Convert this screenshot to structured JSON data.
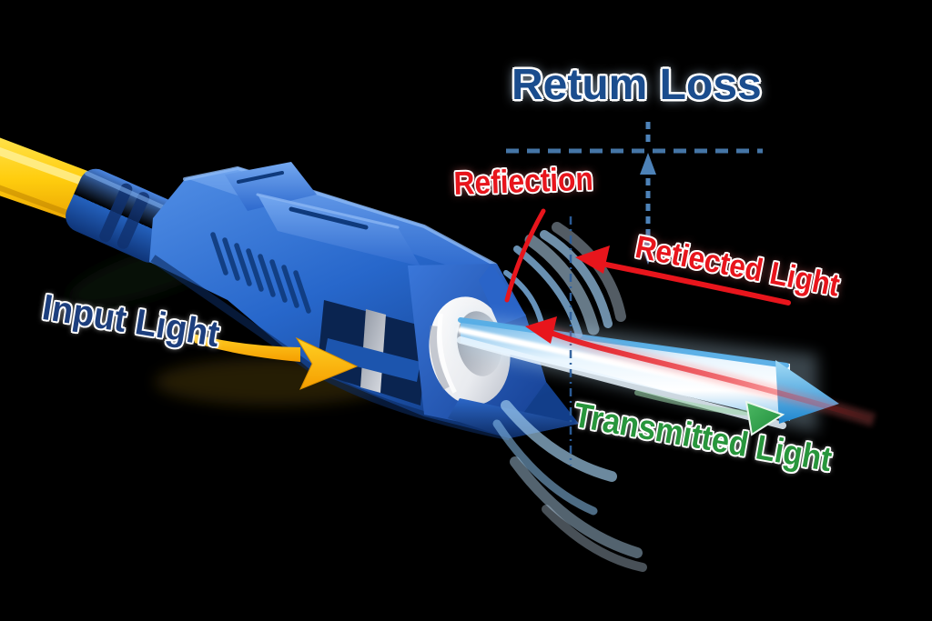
{
  "title": {
    "text": "Retum Loss",
    "color": "#1b4d8e"
  },
  "labels": {
    "reflection": {
      "text": "Refiection",
      "color": "#e8151c"
    },
    "reflected_light": {
      "text": "Retiected Light",
      "color": "#e8151c"
    },
    "input_light": {
      "text": "Input Light",
      "color": "#1d3f7e"
    },
    "transmitted_light": {
      "text": "Transmitted Light",
      "color": "#28963c"
    }
  },
  "colors": {
    "bg": "#000000",
    "title_blue": "#1b4d8e",
    "red": "#e8151c",
    "green": "#28963c",
    "input_blue": "#1d3f7e",
    "yellow": "#fdb713",
    "beam_blue": "#2f8fd6",
    "dash_blue": "#4d82b8",
    "connector_blue": "#2563c4",
    "cable_yellow": "#ffd200",
    "ferrule_gray": "#eef0f3"
  }
}
